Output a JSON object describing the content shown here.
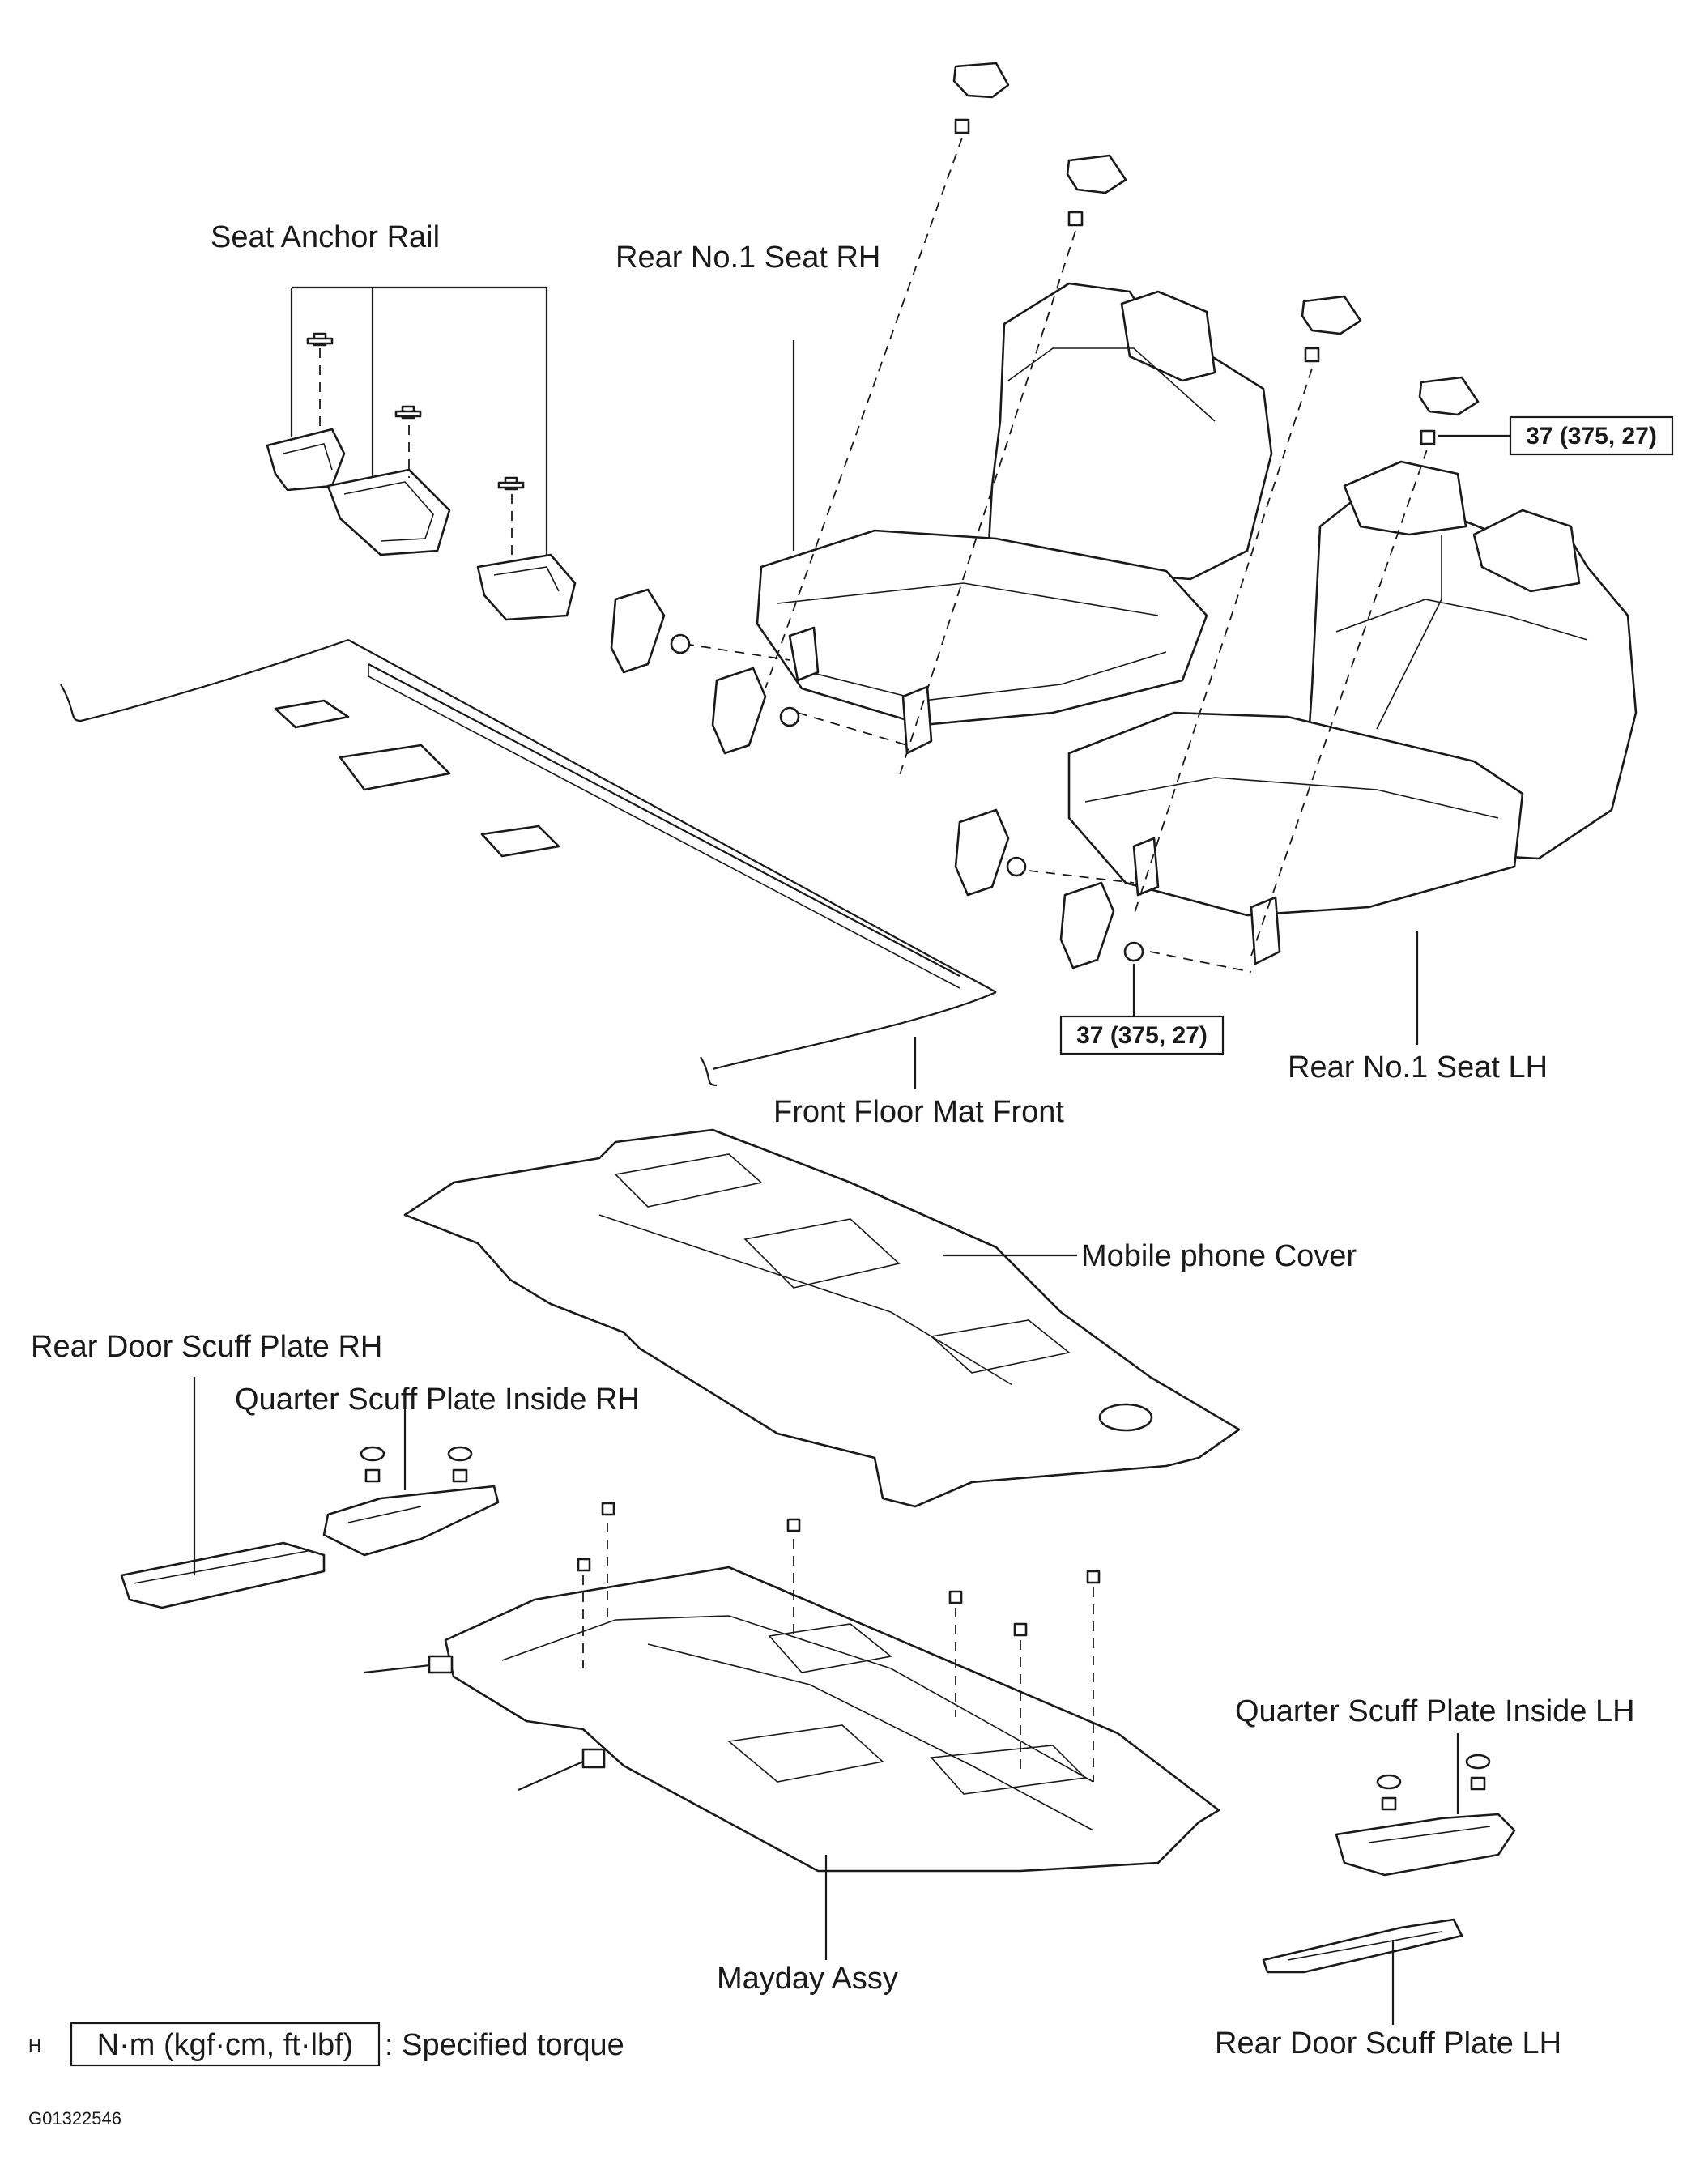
{
  "labels": {
    "seat_anchor_rail": "Seat Anchor Rail",
    "rear_no1_seat_rh": "Rear No.1 Seat RH",
    "rear_no1_seat_lh": "Rear No.1 Seat LH",
    "front_floor_mat_front": "Front Floor Mat Front",
    "mobile_phone_cover": "Mobile phone Cover",
    "rear_door_scuff_plate_rh": "Rear Door Scuff Plate RH",
    "quarter_scuff_plate_inside_rh": "Quarter Scuff Plate Inside RH",
    "quarter_scuff_plate_inside_lh": "Quarter Scuff Plate Inside LH",
    "rear_door_scuff_plate_lh": "Rear Door Scuff Plate LH",
    "mayday_assy": "Mayday Assy"
  },
  "torque": {
    "upper": "37 (375, 27)",
    "lower": "37 (375, 27)"
  },
  "legend": {
    "marker": "H",
    "unit_box": "N·m (kgf·cm, ft·lbf)",
    "description": ": Specified torque"
  },
  "figure_code": "G01322546"
}
